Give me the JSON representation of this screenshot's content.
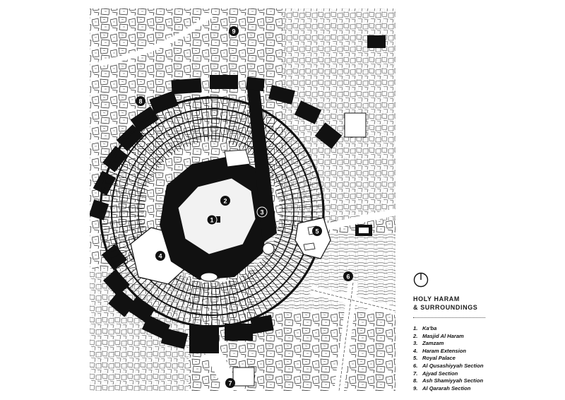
{
  "title": {
    "line1": "HOLY HARAM",
    "line2": "& SURROUNDINGS"
  },
  "legend": [
    {
      "num": "1.",
      "name": "Ka'ba"
    },
    {
      "num": "2.",
      "name": "Masjid Al Haram"
    },
    {
      "num": "3.",
      "name": "Zamzam"
    },
    {
      "num": "4.",
      "name": "Haram Extension"
    },
    {
      "num": "5.",
      "name": "Royal Palace"
    },
    {
      "num": "6.",
      "name": "Al Qusashiyyah Section"
    },
    {
      "num": "7.",
      "name": "Ajyad Section"
    },
    {
      "num": "8.",
      "name": "Ash Shamiyyah Section"
    },
    {
      "num": "9.",
      "name": "Al Qararah Section"
    }
  ],
  "markers": [
    "1",
    "2",
    "3",
    "4",
    "5",
    "6",
    "7",
    "8",
    "9"
  ],
  "colors": {
    "ink": "#111111",
    "paper": "#ffffff",
    "courtyard": "#f2f2f2"
  },
  "icons": {
    "north": "north-arrow-icon",
    "marker": "numbered-circle-marker"
  }
}
